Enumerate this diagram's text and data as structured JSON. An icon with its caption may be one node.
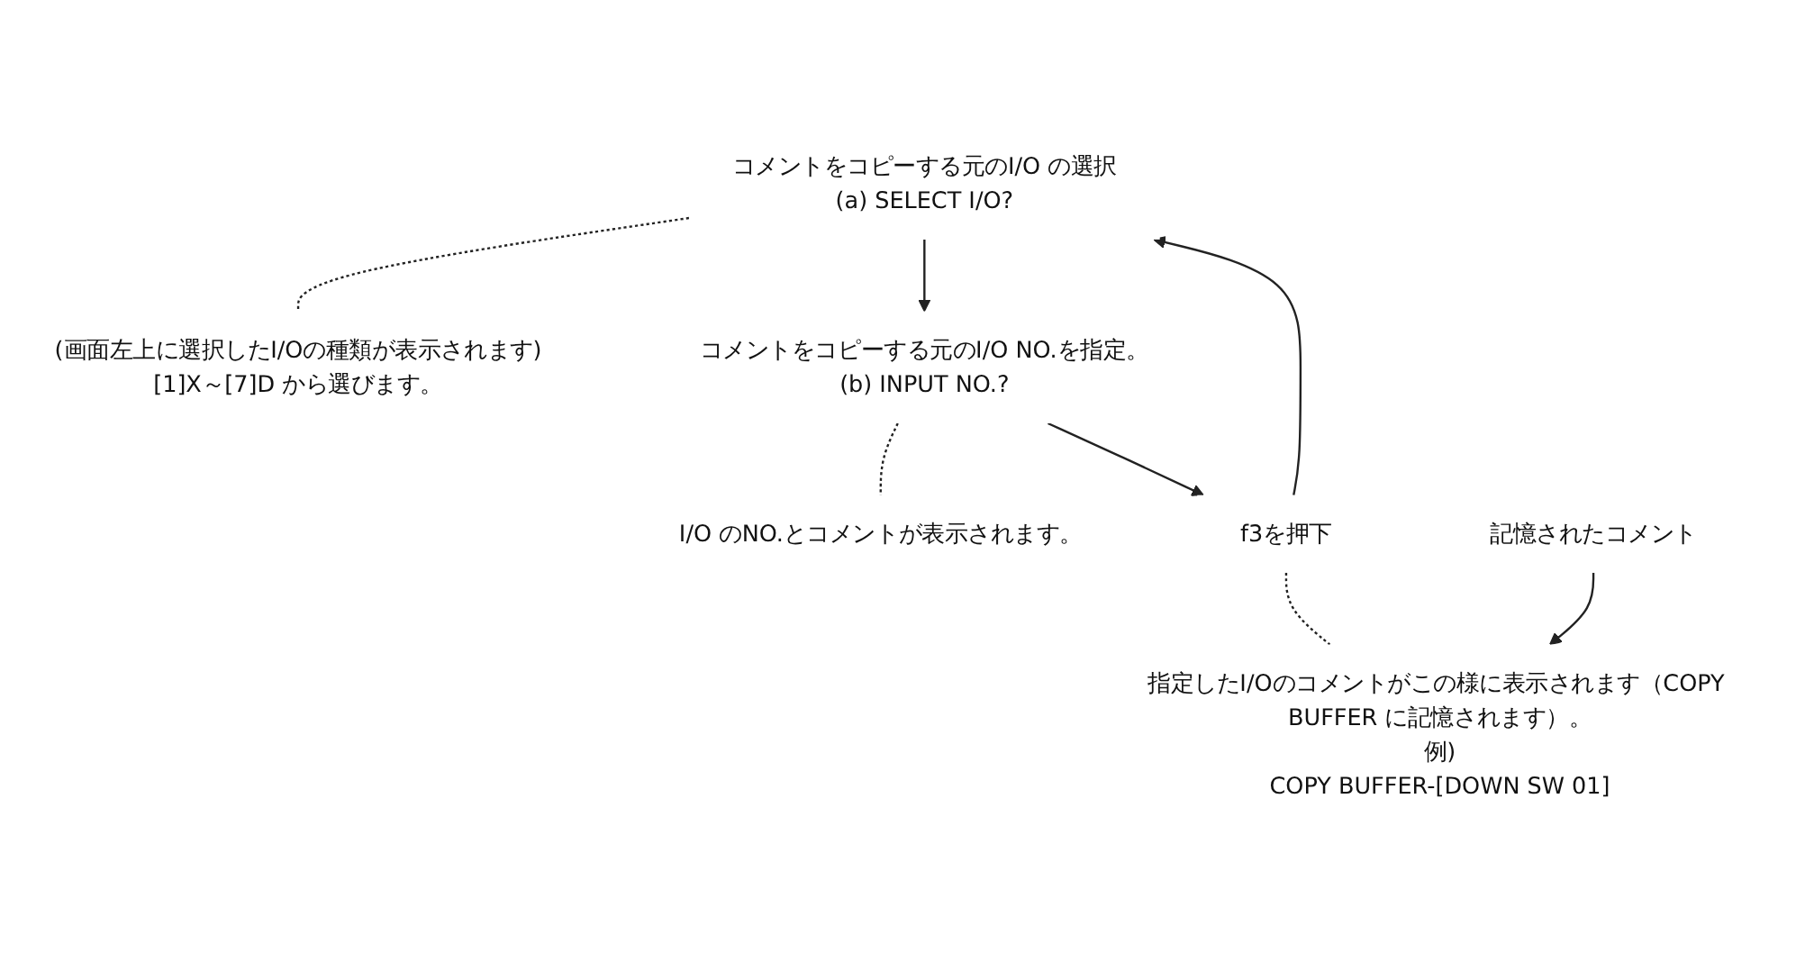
{
  "diagram": {
    "nodes": [
      {
        "text": [
          "コメントをコピーする元のI/O の選択",
          "(a) SELECT I/O?"
        ]
      },
      {
        "text": [
          "(画面左上に選択したI/Oの種類が表示されます)",
          "[1]X～[7]D から選びます。"
        ]
      },
      {
        "text": [
          "コメントをコピーする元のI/O NO.を指定。",
          "(b) INPUT NO.?"
        ]
      },
      {
        "text": [
          "I/O のNO.とコメントが表示されます。"
        ]
      },
      {
        "text": [
          "f3を押下"
        ]
      },
      {
        "text": [
          "指定したI/Oのコメントがこの様に表示されます（COPY BUFFER に記憶されます）。",
          "例)",
          "COPY BUFFER-[DOWN SW 01]"
        ]
      },
      {
        "text": [
          "記憶されたコメント"
        ]
      }
    ],
    "edges": [
      {
        "from": 0,
        "to": 1,
        "arrow": "none",
        "style": "dashed"
      },
      {
        "from": 0,
        "to": 2,
        "arrow": "to"
      },
      {
        "from": 2,
        "to": 3,
        "arrow": "none",
        "style": "dashed"
      },
      {
        "from": 2,
        "to": 4,
        "arrow": "to"
      },
      {
        "from": 4,
        "to": 5,
        "arrow": "none",
        "style": "dashed"
      },
      {
        "from": 4,
        "to": 0,
        "arrow": "to"
      },
      {
        "from": 6,
        "to": 5,
        "arrow": "to"
      }
    ]
  }
}
